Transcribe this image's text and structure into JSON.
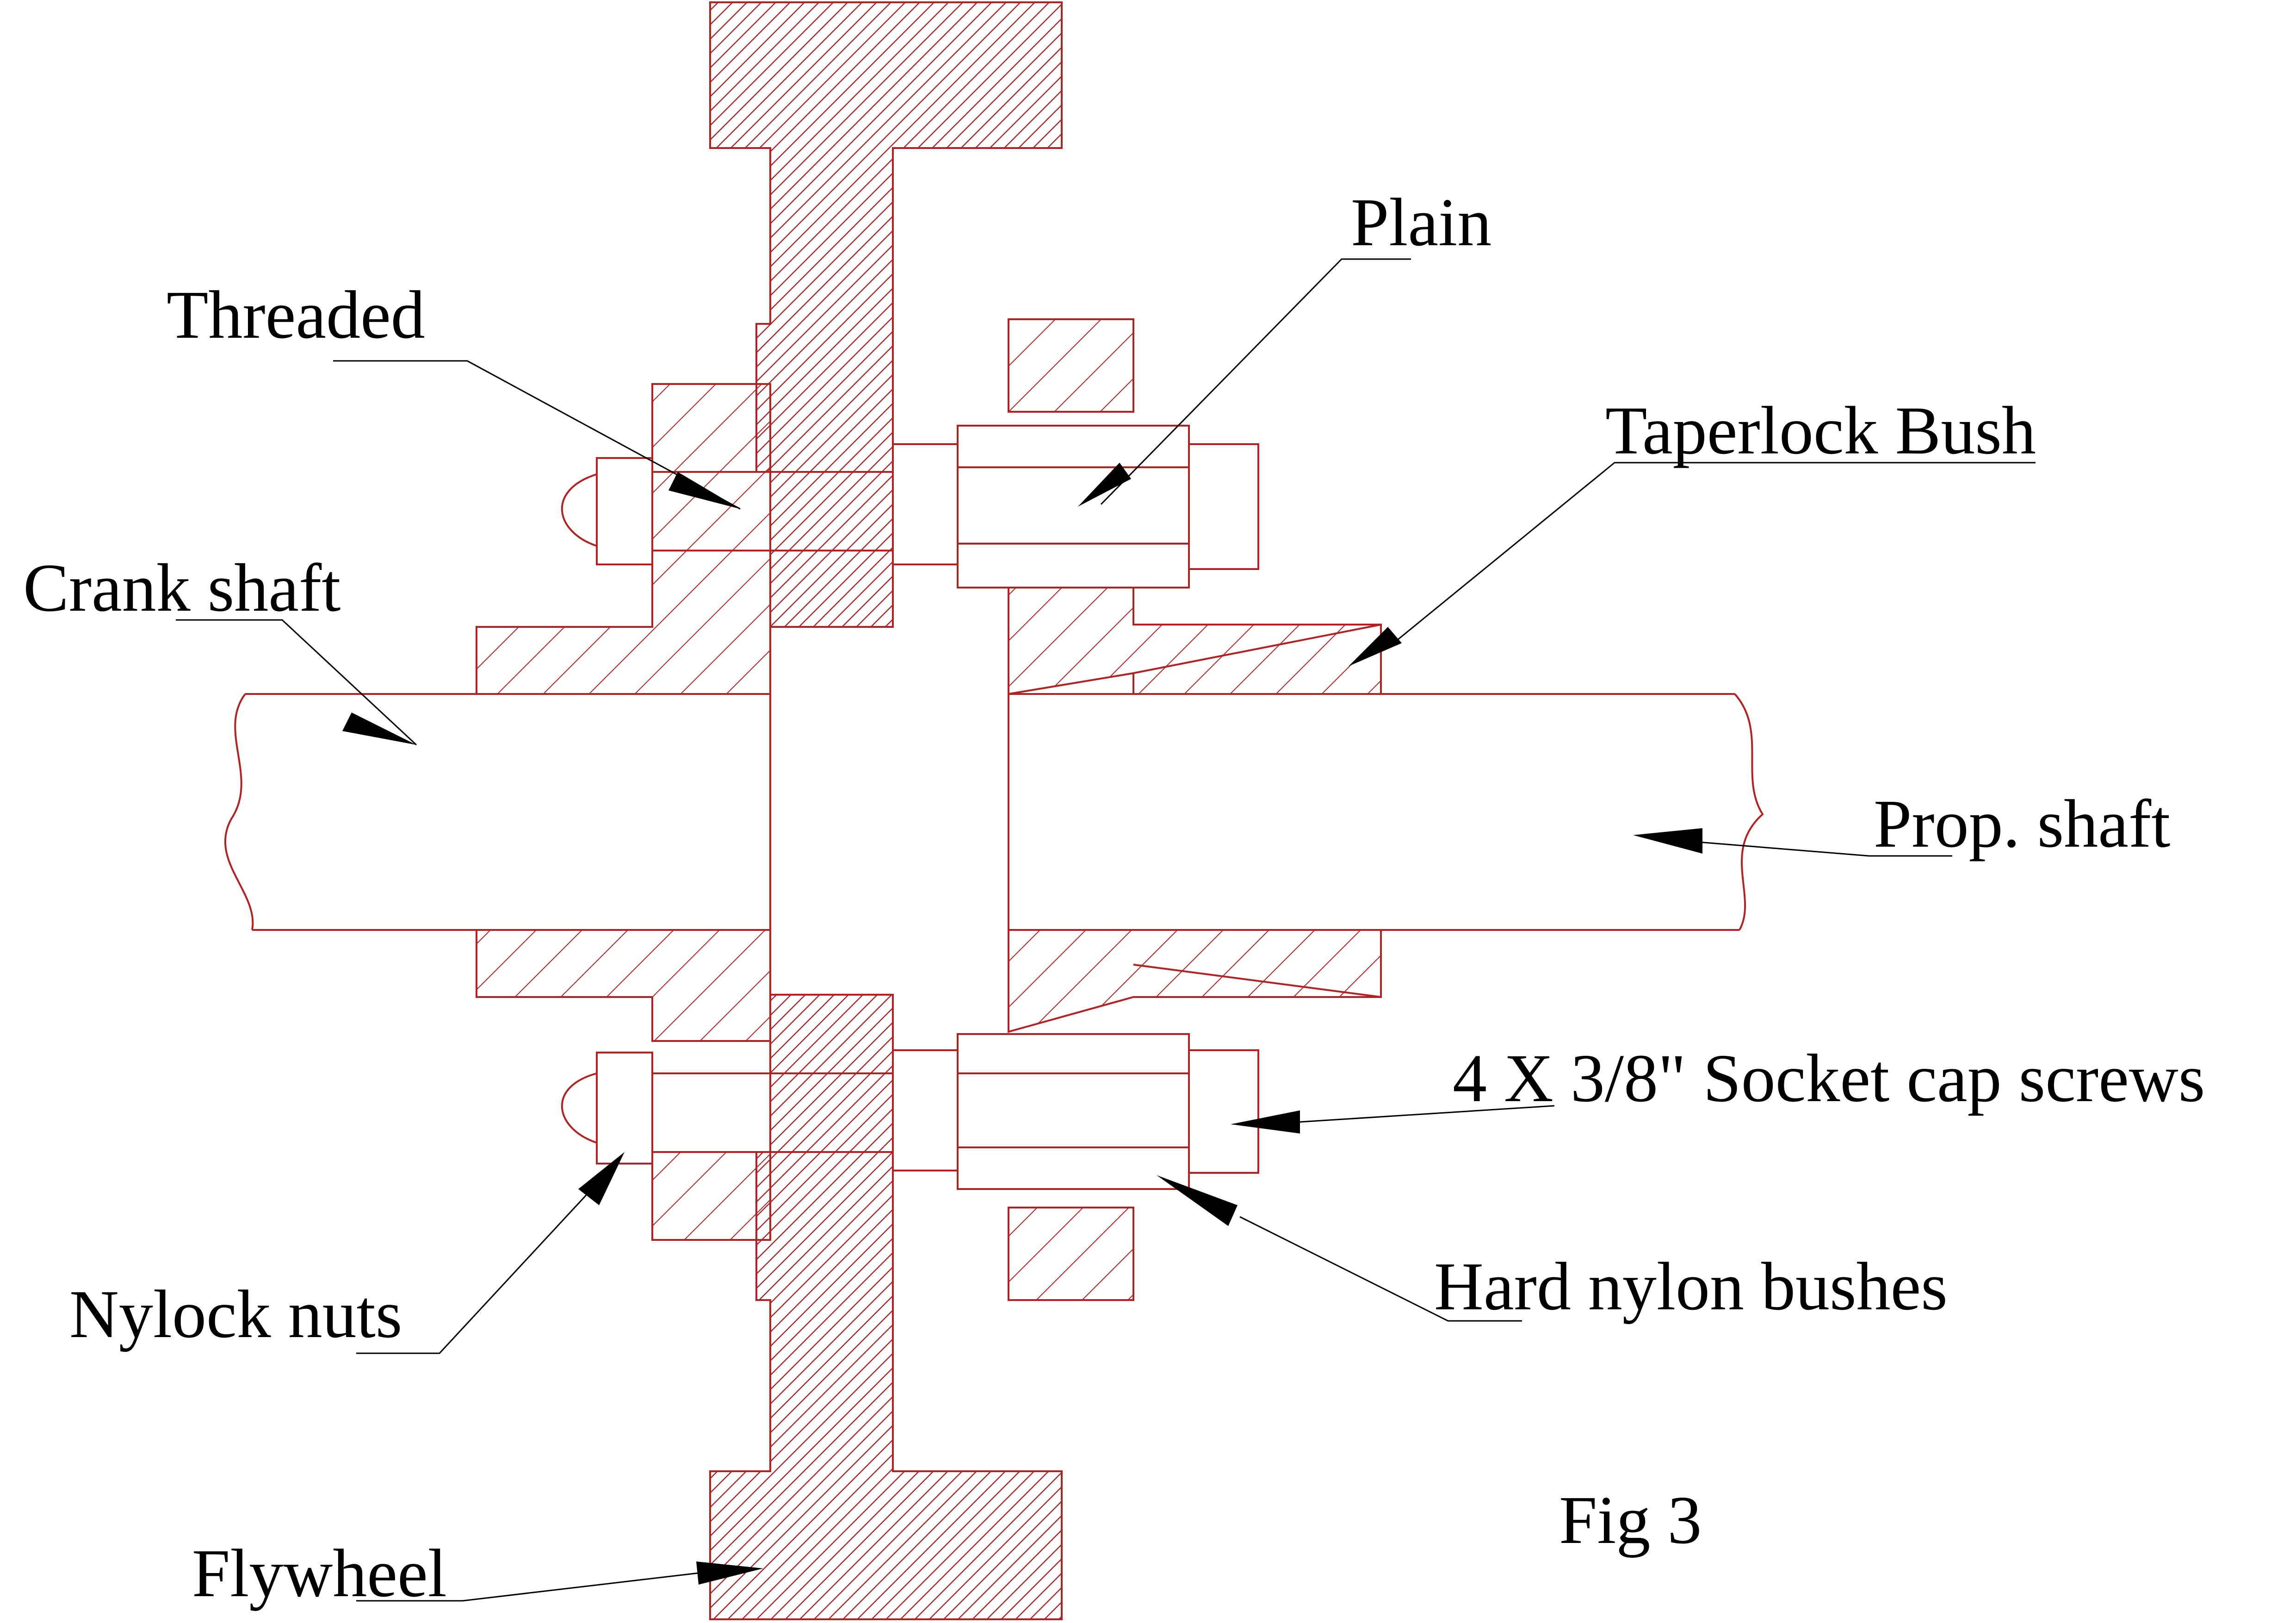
{
  "labels": {
    "plain": "Plain",
    "threaded": "Threaded",
    "taperlock_bush": "Taperlock Bush",
    "crank_shaft": "Crank shaft",
    "prop_shaft": "Prop. shaft",
    "socket_cap_screws": "4 X 3/8\" Socket cap screws",
    "nylock_nuts": "Nylock nuts",
    "hard_nylon_bushes": "Hard nylon bushes",
    "flywheel": "Flywheel",
    "figure_caption": "Fig 3"
  },
  "colors": {
    "part_outline": "#b22222",
    "flywheel_hatch": "#a52a2a",
    "leader": "#000000",
    "background": "#ffffff"
  }
}
